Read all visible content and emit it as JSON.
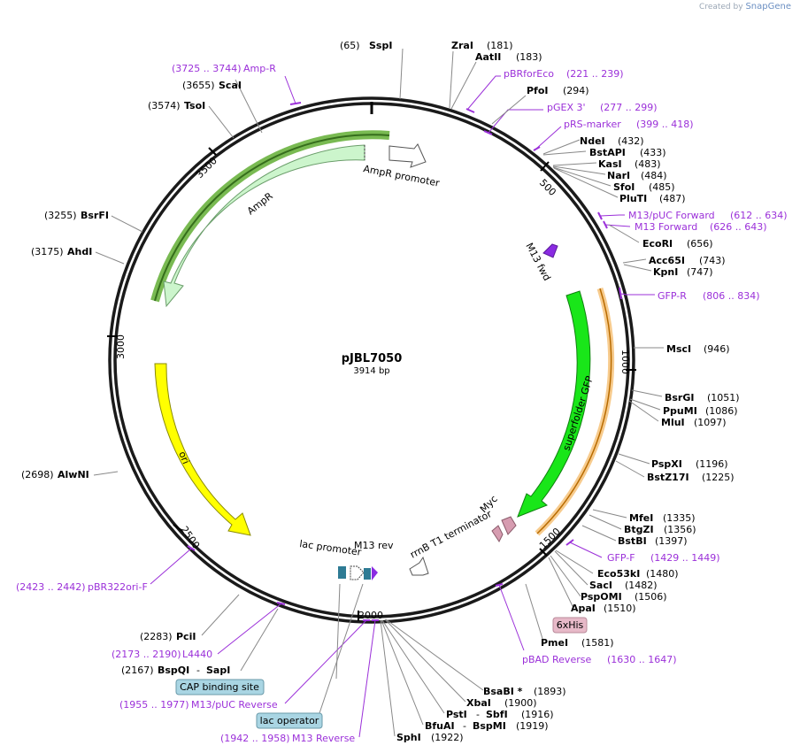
{
  "branding": {
    "prefix": "Created by",
    "name": "SnapGene"
  },
  "plasmid": {
    "name": "pJBL7050",
    "size_label": "3914 bp",
    "length": 3914
  },
  "ticks": [
    "500",
    "1000",
    "1500",
    "2000",
    "2500",
    "3000",
    "3500"
  ],
  "left_sites": [
    {
      "pos": "(65)",
      "name": "SspI"
    },
    {
      "pos": "(3655)",
      "name": "ScaI"
    },
    {
      "pos": "(3574)",
      "name": "TsoI"
    },
    {
      "pos": "(3255)",
      "name": "BsrFI"
    },
    {
      "pos": "(3175)",
      "name": "AhdI"
    },
    {
      "pos": "(2698)",
      "name": "AlwNI"
    },
    {
      "pos": "(2283)",
      "name": "PciI"
    },
    {
      "pos": "(2167)",
      "name": "BspQI",
      "name2": "SapI"
    }
  ],
  "right_sites": [
    {
      "name": "ZraI",
      "pos": "(181)"
    },
    {
      "name": "AatII",
      "pos": "(183)"
    },
    {
      "name": "PfoI",
      "pos": "(294)"
    },
    {
      "name": "NdeI",
      "pos": "(432)"
    },
    {
      "name": "BstAPI",
      "pos": "(433)"
    },
    {
      "name": "KasI",
      "pos": "(483)"
    },
    {
      "name": "NarI",
      "pos": "(484)"
    },
    {
      "name": "SfoI",
      "pos": "(485)"
    },
    {
      "name": "PluTI",
      "pos": "(487)"
    },
    {
      "name": "EcoRI",
      "pos": "(656)"
    },
    {
      "name": "Acc65I",
      "pos": "(743)"
    },
    {
      "name": "KpnI",
      "pos": "(747)"
    },
    {
      "name": "MscI",
      "pos": "(946)"
    },
    {
      "name": "BsrGI",
      "pos": "(1051)"
    },
    {
      "name": "PpuMI",
      "pos": "(1086)"
    },
    {
      "name": "MluI",
      "pos": "(1097)"
    },
    {
      "name": "PspXI",
      "pos": "(1196)"
    },
    {
      "name": "BstZ17I",
      "pos": "(1225)"
    },
    {
      "name": "MfeI",
      "pos": "(1335)"
    },
    {
      "name": "BtgZI",
      "pos": "(1356)"
    },
    {
      "name": "BstBI",
      "pos": "(1397)"
    },
    {
      "name": "Eco53kI",
      "pos": "(1480)"
    },
    {
      "name": "SacI",
      "pos": "(1482)"
    },
    {
      "name": "PspOMI",
      "pos": "(1506)"
    },
    {
      "name": "ApaI",
      "pos": "(1510)"
    },
    {
      "name": "PmeI",
      "pos": "(1581)"
    },
    {
      "name": "BsaBI *",
      "pos": "(1893)"
    },
    {
      "name": "XbaI",
      "pos": "(1900)"
    },
    {
      "name": "PstI",
      "name2": "SbfI",
      "pos": "(1916)"
    },
    {
      "name": "BfuAI",
      "name2": "BspMI",
      "pos": "(1919)"
    },
    {
      "name": "SphI",
      "pos": "(1922)"
    }
  ],
  "primers": [
    {
      "range": "(3725 .. 3744)",
      "name": "Amp-R"
    },
    {
      "name": "pBRforEco",
      "range": "(221 .. 239)"
    },
    {
      "name": "pGEX 3'",
      "range": "(277 .. 299)"
    },
    {
      "name": "pRS-marker",
      "range": "(399 .. 418)"
    },
    {
      "name": "M13/pUC Forward",
      "range": "(612 .. 634)"
    },
    {
      "name": "M13 Forward",
      "range": "(626 .. 643)"
    },
    {
      "name": "GFP-R",
      "range": "(806 .. 834)"
    },
    {
      "name": "GFP-F",
      "range": "(1429 .. 1449)"
    },
    {
      "name": "pBAD Reverse",
      "range": "(1630 .. 1647)"
    },
    {
      "range": "(2423 .. 2442)",
      "name": "pBR322ori-F"
    },
    {
      "range": "(2173 .. 2190)",
      "name": "L4440"
    },
    {
      "range": "(1955 .. 1977)",
      "name": "M13/pUC Reverse"
    },
    {
      "range": "(1942 .. 1958)",
      "name": "M13 Reverse"
    }
  ],
  "boxed_features": [
    {
      "label": "6xHis"
    },
    {
      "label": "CAP binding site"
    },
    {
      "label": "lac operator"
    }
  ],
  "features": {
    "ampr_promoter": "AmpR promoter",
    "ampr": "AmpR",
    "ori": "ori",
    "gfp": "superfolder GFP",
    "m13fwd": "M13 fwd",
    "myc": "Myc",
    "rrnb": "rrnB T1 terminator",
    "lac_promoter": "lac promoter",
    "m13rev": "M13 rev"
  },
  "colors": {
    "backbone": "#1a1a1a",
    "ampr": "#ccf5cc",
    "ampr_promoter": "#ffffff",
    "ori": "#ffff00",
    "gfp": "#19e619",
    "gfp_highlight": "#f0a030",
    "ampr_highlight": "#6ab33f",
    "primer": "#9b30d9",
    "myc": "#d69cb0",
    "lac": "#2e7b94",
    "six_his_box": "#e7b9c8",
    "cap_box": "#a9d5e3"
  }
}
